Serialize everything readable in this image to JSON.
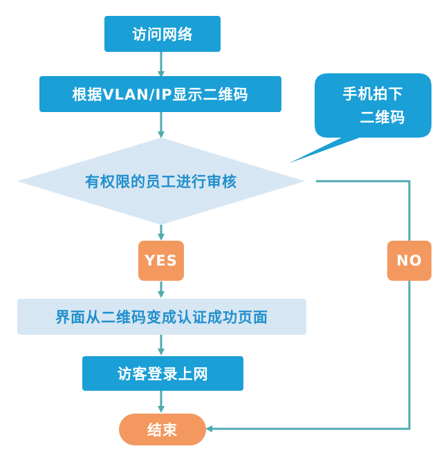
{
  "nodes": {
    "access_network": "访问网络",
    "show_qr": "根据VLAN/IP显示二维码",
    "review": "有权限的员工进行审核",
    "yes": "YES",
    "no": "NO",
    "page_change": "界面从二维码变成认证成功页面",
    "guest_online": "访客登录上网",
    "end": "结束"
  },
  "callout": {
    "line1": "手机拍下",
    "line2": "二维码"
  },
  "colors": {
    "primary_blue": "#1a9fd6",
    "light_blue": "#d7e6f3",
    "teal_arrow": "#4fa9b0",
    "orange": "#f3995f",
    "label_blue": "#1f8fcc"
  }
}
